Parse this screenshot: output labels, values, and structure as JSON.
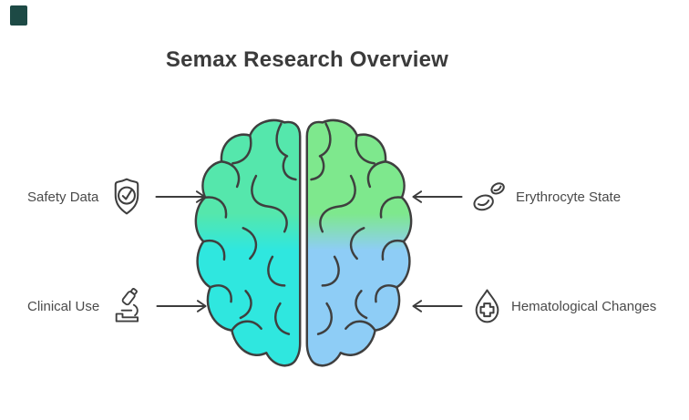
{
  "brand": {
    "color": "#1d4a45"
  },
  "header": {
    "title": "Semax Research Overview"
  },
  "diagram": {
    "center_image": "brain-top-view",
    "brain_colors": {
      "top_left": "#55e7ac",
      "bottom_left": "#2fe7df",
      "top_right": "#7ee88d",
      "bottom_right": "#8ecdf6",
      "outline": "#3f3f3f"
    },
    "left_items": [
      {
        "label": "Safety Data",
        "icon": "shield-check-icon",
        "arrow": "right"
      },
      {
        "label": "Clinical Use",
        "icon": "microscope-icon",
        "arrow": "right"
      }
    ],
    "right_items": [
      {
        "label": "Erythrocyte State",
        "icon": "erythrocytes-icon",
        "arrow": "left"
      },
      {
        "label": "Hematological Changes",
        "icon": "blood-drop-cross-icon",
        "arrow": "left"
      }
    ]
  }
}
